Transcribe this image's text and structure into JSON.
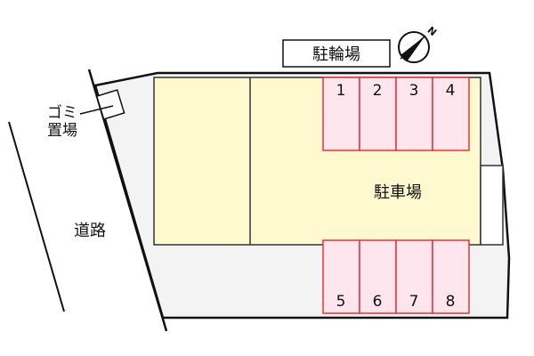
{
  "diagram": {
    "bicycle_parking_label": "駐輪場",
    "garbage_label_line1": "ゴミ",
    "garbage_label_line2": "置場",
    "road_label": "道路",
    "parking_lot_label": "駐車場",
    "compass_letter": "N",
    "top_spaces": [
      "1",
      "2",
      "3",
      "4"
    ],
    "bottom_spaces": [
      "5",
      "6",
      "7",
      "8"
    ],
    "colors": {
      "lot_fill": "#f3f3f3",
      "building_fill": "#fff9d0",
      "space_fill": "#ffe6ee",
      "space_border": "#e8323c",
      "outline": "#111111"
    }
  }
}
